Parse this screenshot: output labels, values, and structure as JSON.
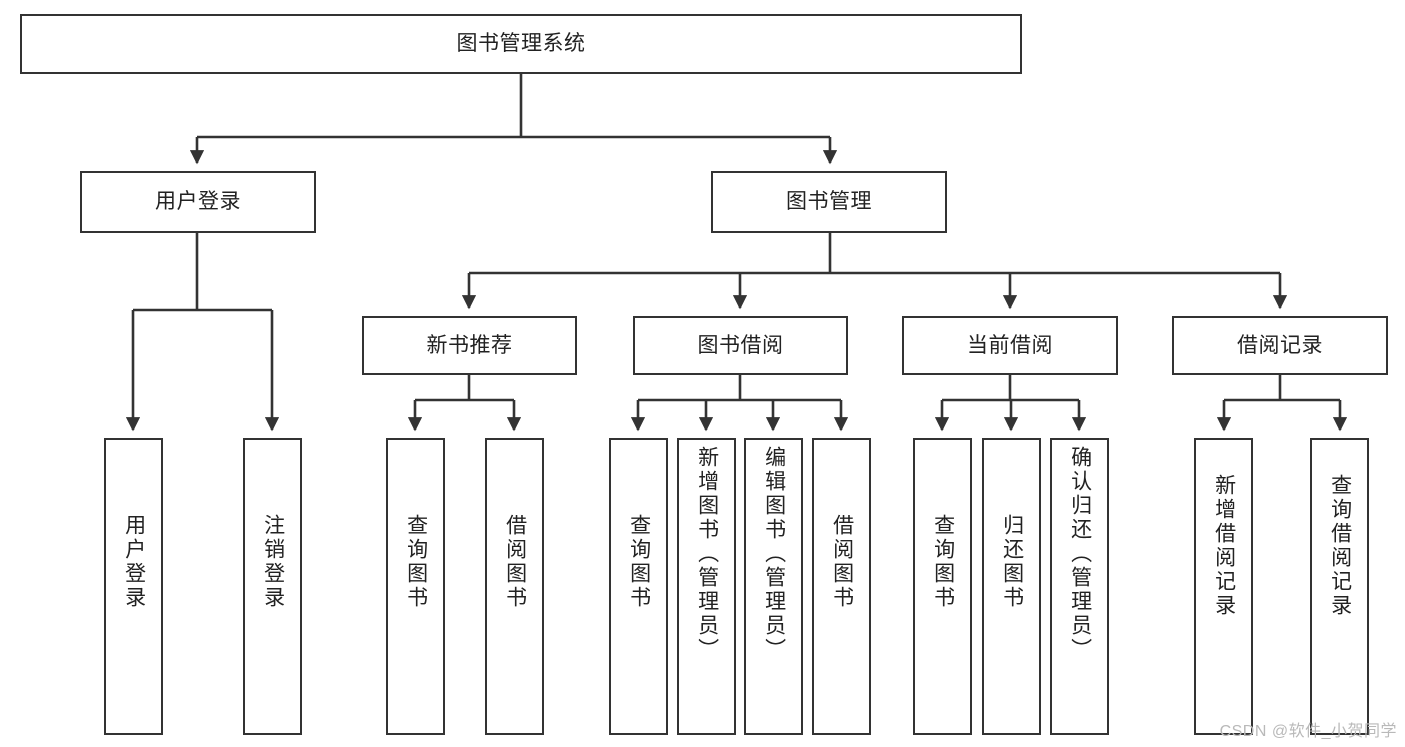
{
  "diagram": {
    "title": "图书管理系统",
    "type": "tree",
    "watermark": "CSDN @软件_小贺同学",
    "colors": {
      "border": "#333333",
      "fill": "#ffffff",
      "line": "#333333",
      "text": "#222222",
      "watermark": "#b9b9b9"
    },
    "nodes": {
      "root": {
        "label": "图书管理系统"
      },
      "level2": [
        {
          "id": "user-login",
          "label": "用户登录"
        },
        {
          "id": "book-manage",
          "label": "图书管理"
        }
      ],
      "level3": [
        {
          "id": "new-book-recommend",
          "label": "新书推荐"
        },
        {
          "id": "book-borrow",
          "label": "图书借阅"
        },
        {
          "id": "current-borrow",
          "label": "当前借阅"
        },
        {
          "id": "borrow-record",
          "label": "借阅记录"
        }
      ],
      "leaves": {
        "user_login": [
          {
            "id": "leaf-user-login",
            "label": "用户登录"
          },
          {
            "id": "leaf-logout-login",
            "label": "注销登录"
          }
        ],
        "new_book_recommend": [
          {
            "id": "leaf-query-book-1",
            "label": "查询图书"
          },
          {
            "id": "leaf-borrow-book-1",
            "label": "借阅图书"
          }
        ],
        "book_borrow": [
          {
            "id": "leaf-query-book-2",
            "label": "查询图书"
          },
          {
            "id": "leaf-add-book",
            "label": "新增图书（管理员）"
          },
          {
            "id": "leaf-edit-book",
            "label": "编辑图书（管理员）"
          },
          {
            "id": "leaf-borrow-book-2",
            "label": "借阅图书"
          }
        ],
        "current_borrow": [
          {
            "id": "leaf-query-book-3",
            "label": "查询图书"
          },
          {
            "id": "leaf-return-book",
            "label": "归还图书"
          },
          {
            "id": "leaf-confirm-return",
            "label": "确认归还（管理员）"
          }
        ],
        "borrow_record": [
          {
            "id": "leaf-add-record",
            "label": "新增借阅记录"
          },
          {
            "id": "leaf-query-record",
            "label": "查询借阅记录"
          }
        ]
      }
    }
  }
}
